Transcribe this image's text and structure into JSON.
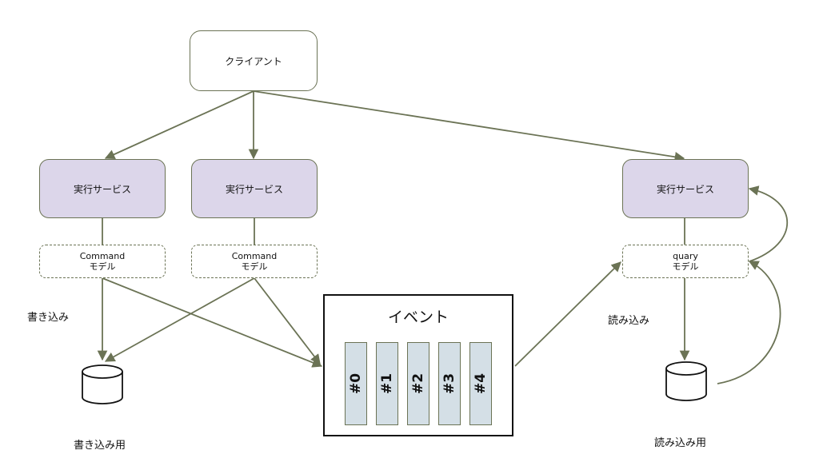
{
  "client": {
    "label": "クライアント"
  },
  "services": [
    {
      "label": "実行サービス"
    },
    {
      "label": "実行サービス"
    },
    {
      "label": "実行サービス"
    }
  ],
  "models": [
    {
      "line1": "Command",
      "line2": "モデル"
    },
    {
      "line1": "Command",
      "line2": "モデル"
    },
    {
      "line1": "quary",
      "line2": "モデル"
    }
  ],
  "event": {
    "title": "イベント",
    "partitions": [
      "#0",
      "#1",
      "#2",
      "#3",
      "#4"
    ]
  },
  "labels": {
    "write": "書き込み",
    "write_db": "書き込み用",
    "read": "読み込み",
    "read_db": "読み込み用"
  },
  "colors": {
    "edge": "#6b7355",
    "service_fill": "#dcd6ea",
    "partition_fill": "#d4dfe6"
  }
}
